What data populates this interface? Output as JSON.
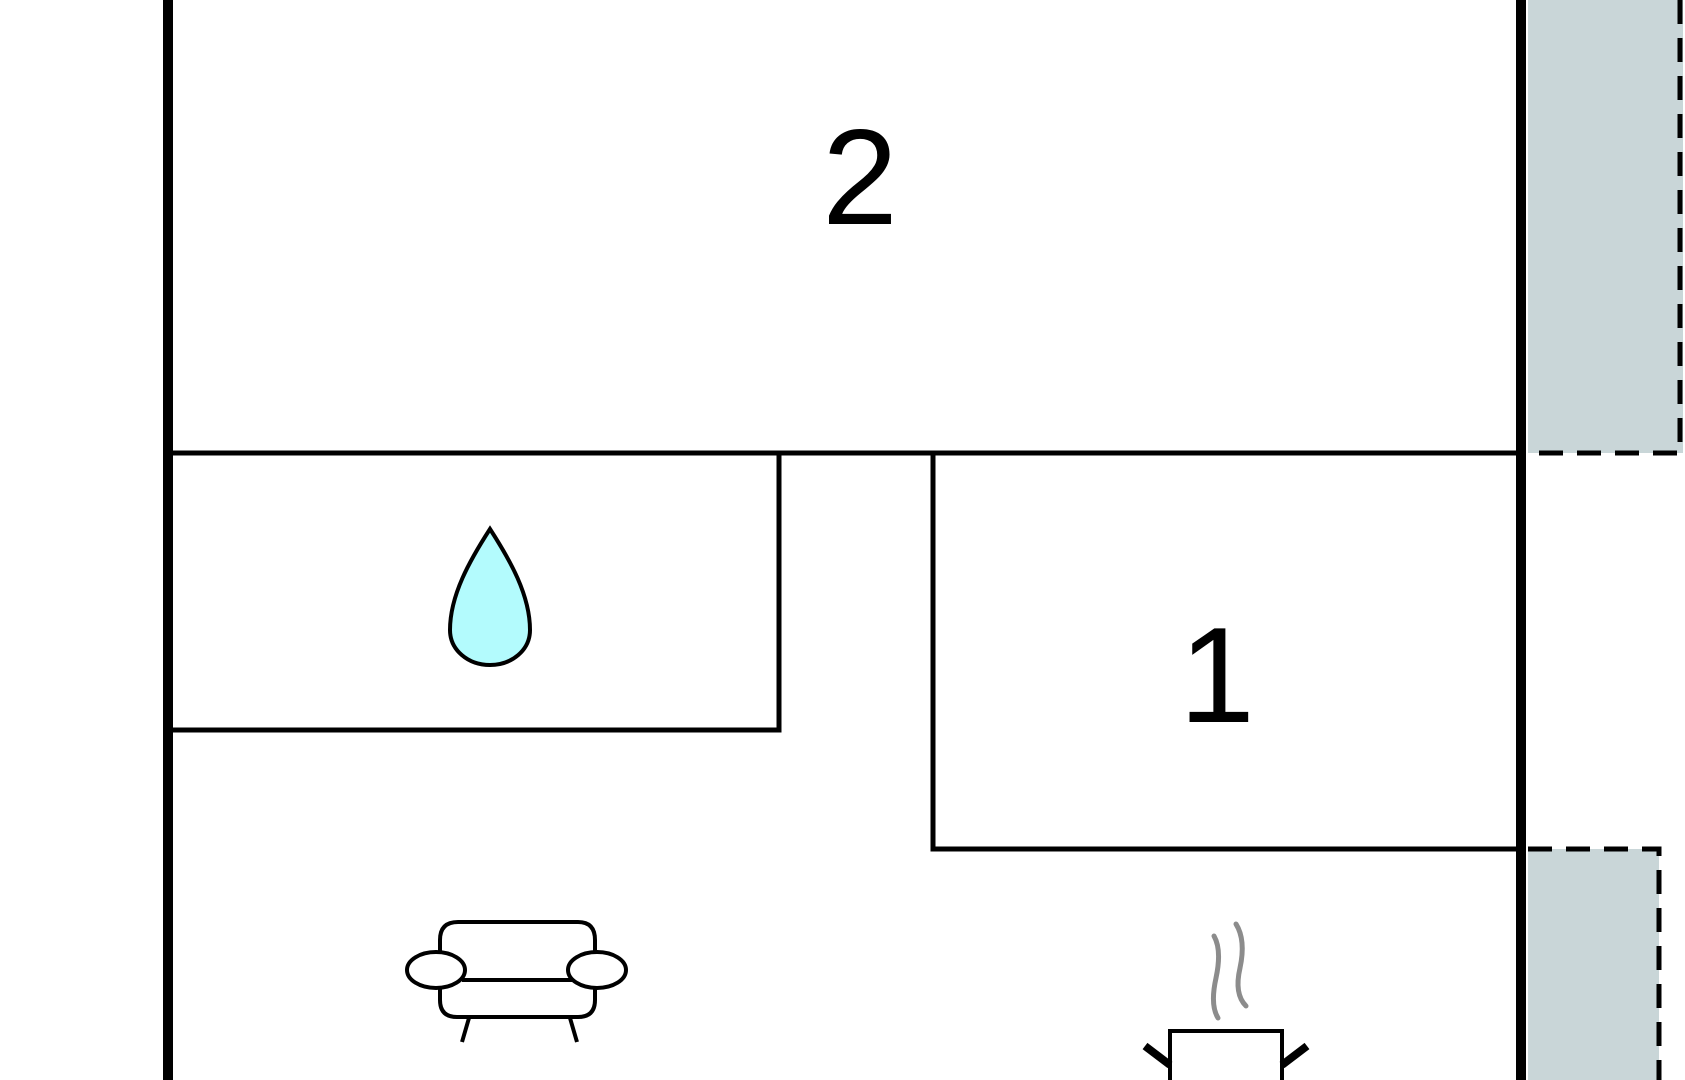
{
  "floorplan": {
    "rooms": [
      {
        "id": "room-2",
        "label": "2",
        "type": "bedroom"
      },
      {
        "id": "room-1",
        "label": "1",
        "type": "bedroom"
      },
      {
        "id": "bathroom",
        "label": "",
        "type": "bathroom",
        "icon": "water-drop-icon"
      },
      {
        "id": "living-room",
        "label": "",
        "type": "living room",
        "icon": "sofa-icon"
      },
      {
        "id": "kitchen",
        "label": "",
        "type": "kitchen",
        "icon": "cooking-pot-icon"
      }
    ],
    "outdoor_areas": [
      {
        "id": "terrace-upper",
        "style": "dashed outline, grey fill"
      },
      {
        "id": "terrace-lower",
        "style": "dashed outline, grey fill"
      }
    ],
    "colors": {
      "wall": "#000000",
      "terrace_fill": "#c9d6d8",
      "water_drop_fill": "#b3fbfd",
      "steam": "#8c8c8c",
      "background": "#ffffff"
    }
  }
}
